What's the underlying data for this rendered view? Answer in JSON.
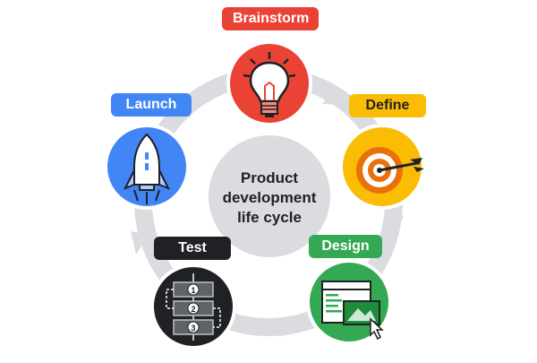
{
  "center": {
    "lines": [
      "Product",
      "development",
      "life cycle"
    ]
  },
  "stages": {
    "brainstorm": {
      "label": "Brainstorm",
      "color": "#EA4335",
      "icon": "lightbulb-icon"
    },
    "define": {
      "label": "Define",
      "color": "#FBBC04",
      "icon": "target-arrow-icon"
    },
    "design": {
      "label": "Design",
      "color": "#34A853",
      "icon": "browser-window-cursor-icon"
    },
    "test": {
      "label": "Test",
      "color": "#202124",
      "icon": "numbered-steps-icon",
      "steps": [
        "1",
        "2",
        "3"
      ]
    },
    "launch": {
      "label": "Launch",
      "color": "#4285F4",
      "icon": "rocket-icon"
    }
  },
  "colors": {
    "ring": "#DADCE0",
    "center_circle": "#DADCE0",
    "text": "#202124"
  }
}
